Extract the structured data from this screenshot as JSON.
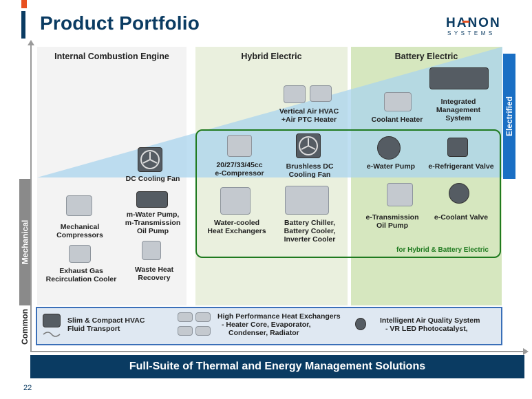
{
  "title": "Product Portfolio",
  "logo": {
    "main": "HANON",
    "sub": "SYSTEMS"
  },
  "columns": {
    "ice": "Internal Combustion Engine",
    "hybrid": "Hybrid Electric",
    "battery": "Battery Electric"
  },
  "side_labels": {
    "mechanical": "Mechanical",
    "common": "Common",
    "electrified": "Electrified"
  },
  "ice_items": {
    "dc_fan": "DC Cooling Fan",
    "mech_comp": [
      "Mechanical",
      "Compressors"
    ],
    "water_pump": [
      "m-Water Pump,",
      "m-Transmission",
      "Oil Pump"
    ],
    "egr": [
      "Exhaust Gas",
      "Recirculation Cooler"
    ],
    "whr": [
      "Waste Heat",
      "Recovery"
    ]
  },
  "hybrid_items": {
    "vertical_hvac": [
      "Vertical Air HVAC",
      "+Air PTC Heater"
    ],
    "ecomp": [
      "20/27/33/45cc",
      "e-Compressor"
    ],
    "bldc_fan": [
      "Brushless DC",
      "Cooling Fan"
    ],
    "water_hx": [
      "Water-cooled",
      "Heat Exchangers"
    ],
    "battery_chiller": [
      "Battery Chiller,",
      "Battery Cooler,",
      "Inverter Cooler"
    ]
  },
  "battery_items": {
    "coolant_heater": "Coolant Heater",
    "itms": [
      "Integrated",
      "Management",
      "System"
    ],
    "ewater_pump": "e-Water Pump",
    "erefrig_valve": "e-Refrigerant Valve",
    "etrans_pump": [
      "e-Transmission",
      "Oil Pump"
    ],
    "ecoolant_valve": "e-Coolant Valve"
  },
  "green_label": "for Hybrid & Battery Electric",
  "common": {
    "hvac": [
      "Slim & Compact HVAC",
      "Fluid Transport"
    ],
    "hx_title": "High Performance Heat Exchangers",
    "hx_lines": [
      "- Heater Core, Evaporator,",
      "Condenser, Radiator"
    ],
    "iaq_title": "Intelligent Air Quality System",
    "iaq_line": "- VR LED Photocatalyst,"
  },
  "banner": "Full-Suite of Thermal and Energy Management Solutions",
  "page_number": "22",
  "colors": {
    "navy": "#0a3b62",
    "orange": "#e8501f",
    "electrified_blue": "#1a6fc4",
    "green": "#1f7a1f"
  }
}
